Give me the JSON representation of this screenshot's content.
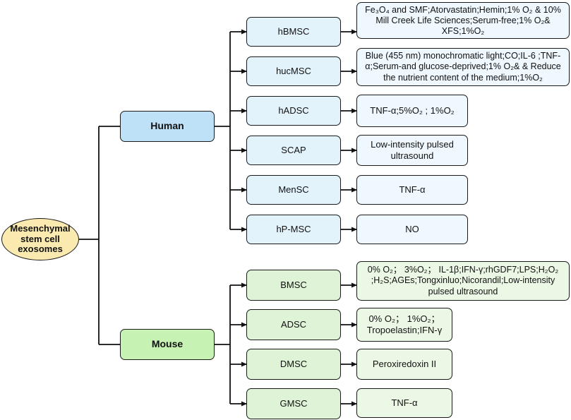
{
  "root": {
    "label": "Mesenchymal stem cell exosomes"
  },
  "groups": {
    "human": {
      "label": "Human",
      "cells": [
        {
          "name": "hBMSC",
          "desc": "Fe₃O₄ and SMF;Atorvastatin;Hemin;1% O₂ & 10% Mill Creek Life Sciences;Serum-free;1% O₂& XFS;1%O₂"
        },
        {
          "name": "hucMSC",
          "desc": "Blue (455 nm) monochromatic light;CO;IL-6 ;TNF-α;Serum-and glucose-deprived;1% O₂& & Reduce the nutrient content of the medium;1%O₂"
        },
        {
          "name": "hADSC",
          "desc": "TNF-α;5%O₂ ; 1%O₂"
        },
        {
          "name": "SCAP",
          "desc": "Low-intensity pulsed ultrasound"
        },
        {
          "name": "MenSC",
          "desc": "TNF-α"
        },
        {
          "name": "hP-MSC",
          "desc": "NO"
        }
      ]
    },
    "mouse": {
      "label": "Mouse",
      "cells": [
        {
          "name": "BMSC",
          "desc": "0% O₂； 3%O₂； IL-1β;IFN-γ;rhGDF7;LPS;H₂O₂ ;H₂S;AGEs;Tongxinluo;Nicorandil;Low-intensity pulsed ultrasound"
        },
        {
          "name": "ADSC",
          "desc": "0% O₂； 1%O₂； Tropoelastin;IFN-γ"
        },
        {
          "name": "DMSC",
          "desc": "Peroxiredoxin II"
        },
        {
          "name": "GMSC",
          "desc": "TNF-α"
        }
      ]
    }
  }
}
